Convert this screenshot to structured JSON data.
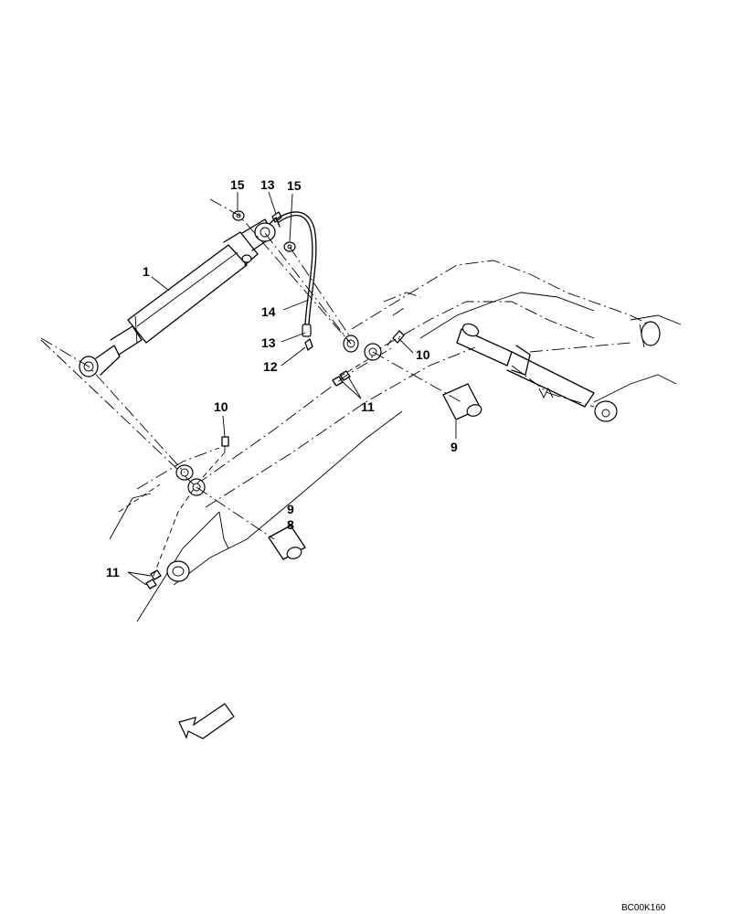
{
  "callouts": {
    "c15a": "15",
    "c13a": "13",
    "c15b": "15",
    "c1": "1",
    "c14": "14",
    "c13b": "13",
    "c12": "12",
    "c10a": "10",
    "c10b": "10",
    "c11a": "11",
    "c9a": "9",
    "c9b": "9",
    "c8": "8",
    "c11b": "11"
  },
  "drawing_code": "BC00K160",
  "icons": [
    "direction-arrow-icon"
  ]
}
